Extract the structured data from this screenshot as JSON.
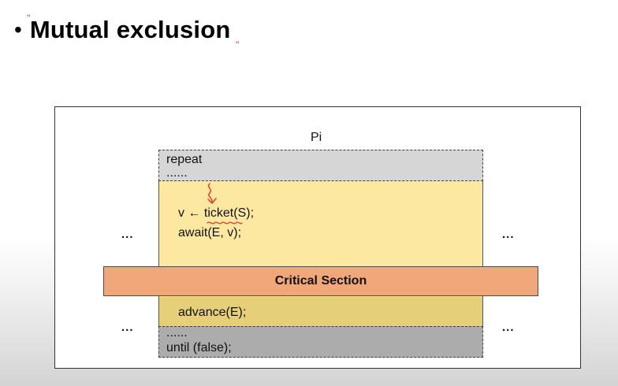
{
  "slide": {
    "bullet": "•",
    "title": "Mutual exclusion"
  },
  "diagram": {
    "process_label": "Pi",
    "top_block": {
      "line1": "repeat",
      "line2": "......"
    },
    "middle_block": {
      "line1": "v ← ticket(S);",
      "line2": "await(E, v);"
    },
    "critical_section": "Critical Section",
    "lower_block": {
      "line1": "advance(E);"
    },
    "bottom_block": {
      "line1": "......",
      "line2": "until (false);"
    },
    "side_ellipsis": {
      "left_top": "...",
      "left_bottom": "...",
      "right_top": "...",
      "right_bottom": "..."
    }
  },
  "annotations": {
    "left_tick": "\"",
    "right_tick": "\"",
    "color": "#e23b2e"
  }
}
